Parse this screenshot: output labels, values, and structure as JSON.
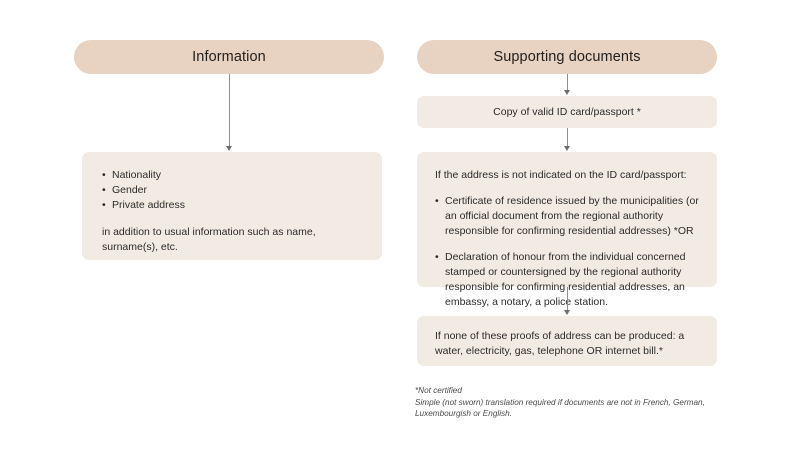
{
  "colors": {
    "page_background": "#ffffff",
    "header_pill": "#e8d2c1",
    "card_background": "#f2ebe3",
    "text": "#2b2b2b",
    "connector": "#8e8e8e"
  },
  "columns": {
    "left": {
      "header": "Information",
      "card": {
        "bullets": [
          "Nationality",
          "Gender",
          "Private address"
        ],
        "note": "in addition to usual information such as name, surname(s), etc."
      }
    },
    "right": {
      "header": "Supporting documents",
      "card_id_copy": {
        "text": "Copy of valid ID card/passport *"
      },
      "card_address": {
        "lead": "If the address is not indicated on the ID card/passport:",
        "bullets": [
          "Certificate of residence issued by the municipalities (or an official document from the regional authority responsible for confirming residential addresses) *OR",
          "Declaration of honour from the individual concerned stamped or countersigned by the regional authority responsible for confirming residential addresses, an embassy, a notary, a police station."
        ]
      },
      "card_no_proof": {
        "text": "If none of these proofs of address can be produced: a water, electricity, gas, telephone OR internet bill.*"
      }
    }
  },
  "footnote": {
    "line1": "*Not certified",
    "line2": "Simple (not sworn) translation required if documents are not in French, German,",
    "line3": "Luxembourgish or English."
  }
}
